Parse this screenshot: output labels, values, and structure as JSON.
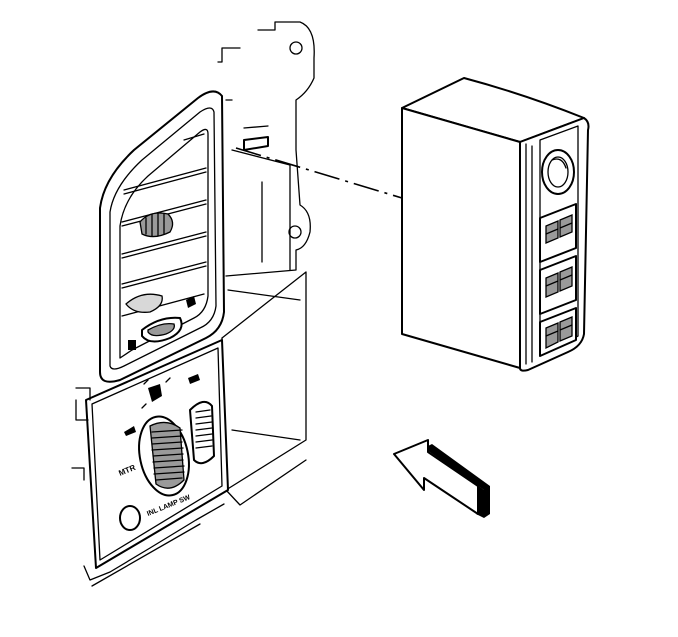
{
  "diagram": {
    "type": "exploded-installation-illustration",
    "labels": {
      "mtr": "MTR",
      "panel_lamp": "INL LAMP SW"
    },
    "colors": {
      "line": "#000000",
      "background": "#ffffff"
    }
  }
}
